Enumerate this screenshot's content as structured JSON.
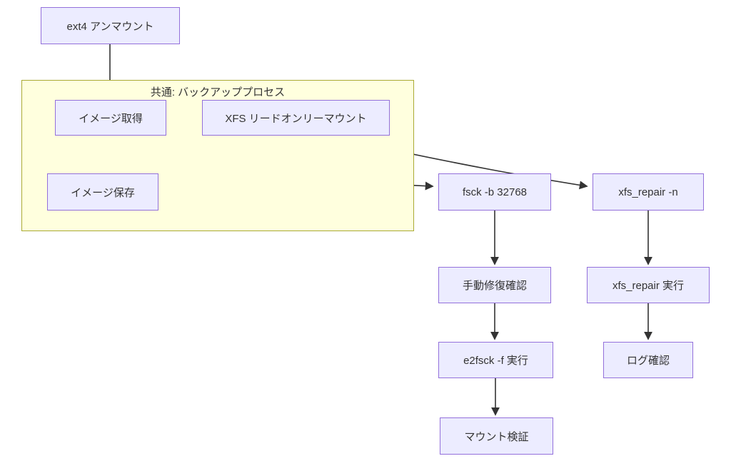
{
  "diagram": {
    "type": "flowchart",
    "background_color": "#ffffff",
    "node_fill_color": "#ececff",
    "node_border_color": "#9370db",
    "edge_color": "#333333",
    "text_color": "#333333",
    "subgraph": {
      "title": "共通: バックアッププロセス",
      "fill_color": "#ffffde",
      "border_color": "#aaaa33"
    },
    "nodes": {
      "ext4_unmount": "ext4 アンマウント",
      "image_acquire": "イメージ取得",
      "xfs_ro_mount": "XFS リードオンリーマウント",
      "image_save": "イメージ保存",
      "fsck": "fsck -b 32768",
      "xfs_repair_check": "xfs_repair -n",
      "manual_repair_confirm": "手動修復確認",
      "xfs_repair_exec": "xfs_repair 実行",
      "e2fsck_exec": "e2fsck -f 実行",
      "log_check": "ログ確認",
      "mount_verify": "マウント検証"
    },
    "edges": [
      {
        "from": "ext4_unmount",
        "to": "image_acquire"
      },
      {
        "from": "image_acquire",
        "to": "image_save"
      },
      {
        "from": "xfs_ro_mount",
        "to": "image_save"
      },
      {
        "from": "image_acquire",
        "to": "fsck"
      },
      {
        "from": "xfs_ro_mount",
        "to": "xfs_repair_check"
      },
      {
        "from": "fsck",
        "to": "manual_repair_confirm"
      },
      {
        "from": "manual_repair_confirm",
        "to": "e2fsck_exec"
      },
      {
        "from": "e2fsck_exec",
        "to": "mount_verify"
      },
      {
        "from": "xfs_repair_check",
        "to": "xfs_repair_exec"
      },
      {
        "from": "xfs_repair_exec",
        "to": "log_check"
      }
    ]
  }
}
